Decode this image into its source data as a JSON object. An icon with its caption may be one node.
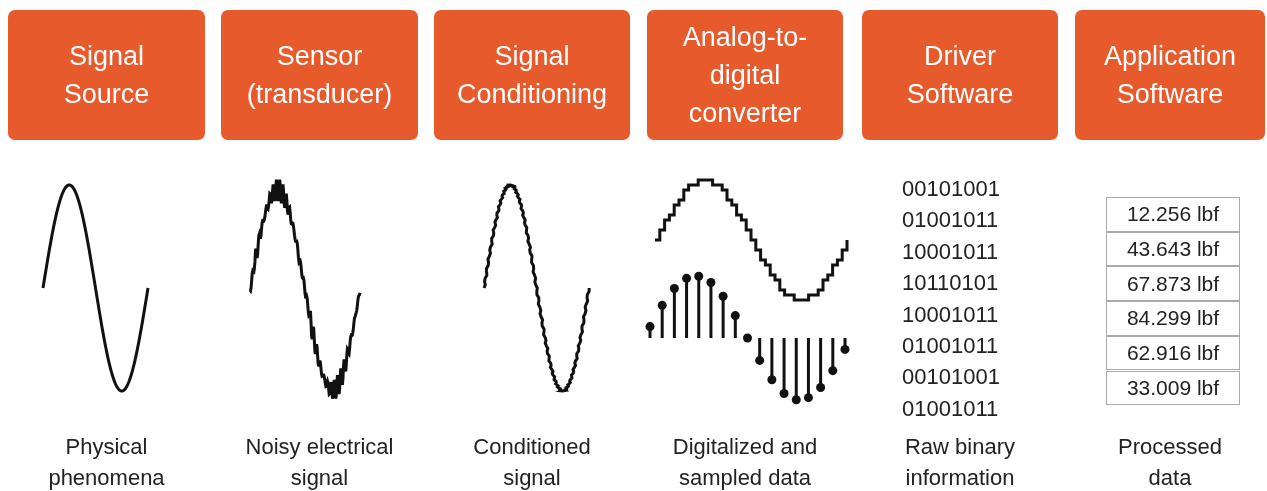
{
  "diagram": {
    "nodes": [
      {
        "text": [
          "Signal Source"
        ]
      },
      {
        "text": [
          "Sensor (transducer)"
        ]
      },
      {
        "text": [
          "Signal Conditioning"
        ]
      },
      {
        "text": [
          "Analog-to-digital converter"
        ]
      },
      {
        "text": [
          "Driver Software"
        ]
      },
      {
        "text": [
          "Application Software"
        ]
      }
    ],
    "labels": [
      "00101001",
      "01001011",
      "10001011",
      "10110101",
      "10001011",
      "01001011",
      "00101001",
      "01001011",
      "12.256 lbf",
      "43.643 lbf",
      "67.873 lbf",
      "84.299 lbf",
      "62.916 lbf",
      "33.009 lbf",
      "Physical phenomena",
      "Noisy electrical signal",
      "Conditioned signal",
      "Digitalized and sampled data",
      "Raw binary information",
      "Processed data"
    ]
  }
}
